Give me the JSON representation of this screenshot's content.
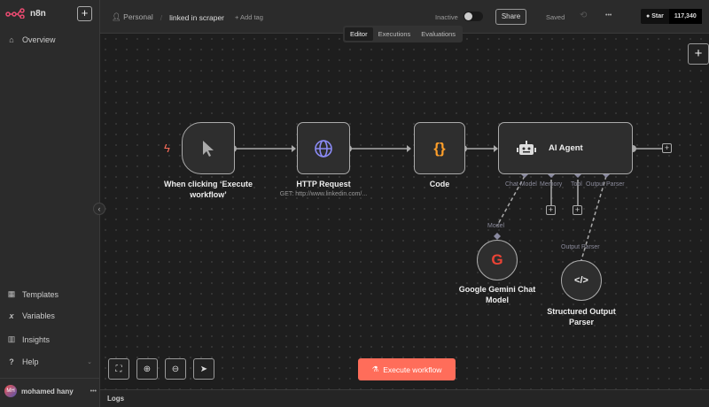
{
  "sidebar": {
    "logo": "n8n",
    "new_label": "+",
    "items": [
      {
        "label": "Overview",
        "icon": "home-icon"
      }
    ],
    "bottom_items": [
      {
        "label": "Templates",
        "icon": "templates-icon"
      },
      {
        "label": "Variables",
        "icon": "variables-icon"
      },
      {
        "label": "Insights",
        "icon": "insights-icon"
      },
      {
        "label": "Help",
        "icon": "help-icon"
      }
    ],
    "user": {
      "initials": "MH",
      "name": "mohamed hany",
      "more": "•••"
    },
    "collapse": "‹"
  },
  "header": {
    "project": "Personal",
    "separator": "/",
    "workflow_name": "linked in scraper",
    "add_tag": "+ Add tag",
    "status": "Inactive",
    "share": "Share",
    "saved": "Saved",
    "more": "•••",
    "github_star": "Star",
    "star_count": "117,340"
  },
  "tabs": [
    {
      "label": "Editor",
      "active": true
    },
    {
      "label": "Executions"
    },
    {
      "label": "Evaluations"
    }
  ],
  "nodes": {
    "trigger": {
      "label": "When clicking ‘Execute workflow’"
    },
    "http": {
      "label": "HTTP Request",
      "subtitle": "GET: http://www.linkedin.com/..."
    },
    "code": {
      "label": "Code",
      "icon": "{}"
    },
    "agent": {
      "label": "AI Agent",
      "ports": [
        "Chat Model",
        "Memory",
        "Tool",
        "Output Parser"
      ]
    },
    "gemini": {
      "label": "Google Gemini Chat Model",
      "port": "Model",
      "icon": "G"
    },
    "parser": {
      "label": "Structured Output Parser",
      "port": "Output Parser",
      "icon": "</>"
    }
  },
  "canvas": {
    "execute": "Execute workflow",
    "add": "+",
    "logs": "Logs"
  },
  "colors": {
    "accent": "#ea4b71",
    "execute": "#ff6d5a",
    "brand": "#ea4b71"
  }
}
